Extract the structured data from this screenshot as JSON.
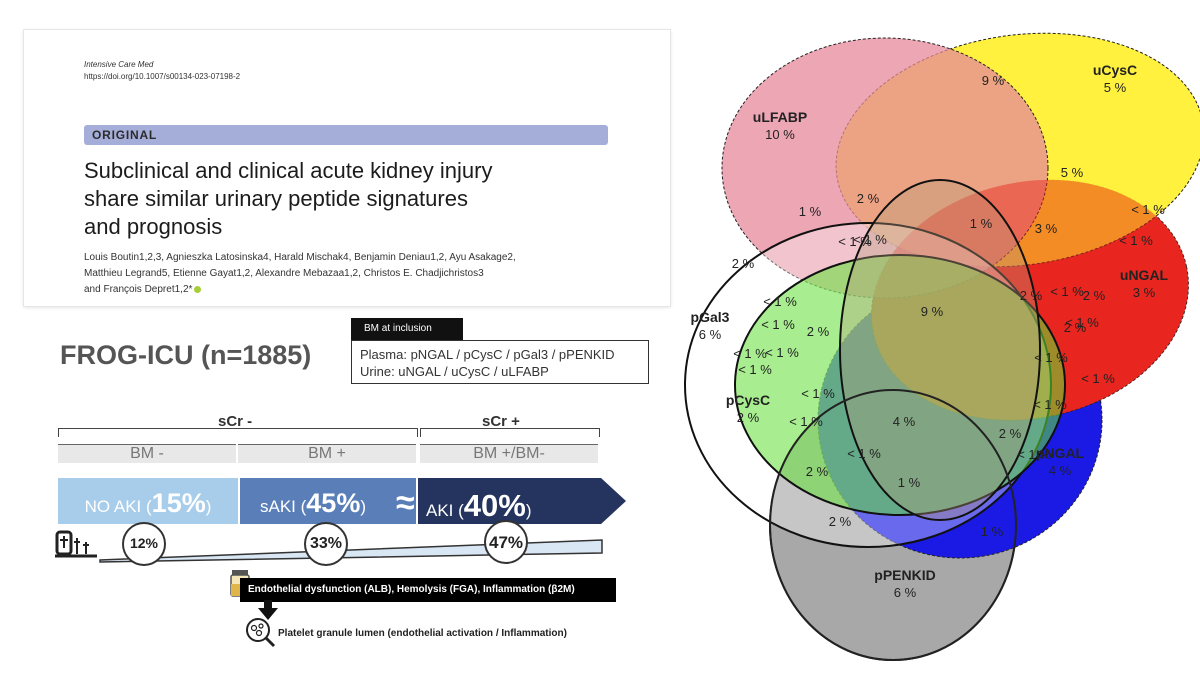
{
  "paper": {
    "journal": "Intensive Care Med",
    "doi": "https://doi.org/10.1007/s00134-023-07198-2",
    "section": "ORIGINAL",
    "title_lines": [
      "Subclinical and clinical acute kidney injury",
      "share similar urinary peptide signatures",
      "and prognosis"
    ],
    "author_lines": [
      "Louis Boutin1,2,3, Agnieszka Latosinska4, Harald Mischak4, Benjamin Deniau1,2, Ayu Asakage2,",
      "Matthieu Legrand5, Etienne Gayat1,2, Alexandre Mebazaa1,2, Christos E. Chadjichristos3",
      "and François Depret1,2*"
    ]
  },
  "summary": {
    "cohort": "FROG-ICU (n=1885)",
    "bm_header": "BM at inclusion",
    "bm_plasma": "Plasma: pNGAL / pCysC / pGal3 / pPENKID",
    "bm_urine": "Urine: uNGAL / uCysC / uLFABP",
    "scr_neg": "sCr -",
    "scr_pos": "sCr +",
    "bm_neg": "BM -",
    "bm_pos": "BM +",
    "bm_mixed": "BM +/BM-",
    "stages": [
      {
        "label": "NO AKI (",
        "pct": "15%",
        "tail": ")"
      },
      {
        "label": "sAKI (",
        "pct": "45%",
        "tail": ")"
      },
      {
        "label": "AKI (",
        "pct": "40%",
        "tail": ")"
      }
    ],
    "approx": "≈",
    "mortality": [
      "12%",
      "33%",
      "47%"
    ],
    "mechanism": "Endothelial dysfunction (ALB), Hemolysis (FGA), Inflammation (β2M)",
    "platelet": "Platelet granule lumen (endothelial activation / Inflammation)"
  },
  "venn": {
    "sets": [
      {
        "name": "uLFABP",
        "pct": "10 %",
        "color": "#e79aa8"
      },
      {
        "name": "uCysC",
        "pct": "5 %",
        "color": "#fff233"
      },
      {
        "name": "uNGAL",
        "pct": "3 %",
        "color": "#e8201e"
      },
      {
        "name": "pGal3",
        "pct": "6 %",
        "color": "#ffffff"
      },
      {
        "name": "pCysC",
        "pct": "2 %",
        "color": "#5ee432"
      },
      {
        "name": "pNGAL",
        "pct": "4 %",
        "color": "#1216e0"
      },
      {
        "name": "pPENKID",
        "pct": "6 %",
        "color": "#a0a0a0"
      }
    ],
    "region_labels": [
      "9 %",
      "5 %",
      "2 %",
      "1 %",
      "< 1 %",
      "1 %",
      "3 %",
      "< 1 %",
      "< 1 %",
      "2 %",
      "9 %",
      "2 %",
      "< 1 %",
      "< 1 %",
      "< 1 %",
      "2 %",
      "< 1 %",
      "2 %",
      "< 1 %",
      "< 1 %",
      "< 1 %",
      "< 1 %",
      "< 1 %",
      "< 1 %",
      "< 1 %",
      "< 1 %",
      "< 1 %",
      "4 %",
      "2 %",
      "< 1 %",
      "< 1 %",
      "2 %",
      "2 %",
      "1 %",
      "2 %",
      "1 %"
    ]
  }
}
